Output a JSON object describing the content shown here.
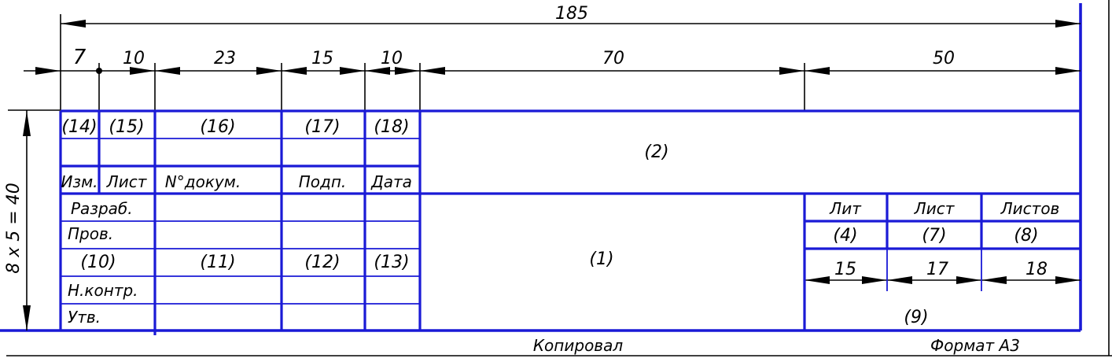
{
  "dimensions": {
    "total": "185",
    "columns": [
      "7",
      "10",
      "23",
      "15",
      "10",
      "70",
      "50"
    ],
    "right_columns": [
      "15",
      "17",
      "18"
    ],
    "height": "8 x 5 = 40"
  },
  "header_row": {
    "refs": [
      "(14)",
      "(15)",
      "(16)",
      "(17)",
      "(18)"
    ],
    "labels": [
      "Изм.",
      "Лист",
      "N°докум.",
      "Подп.",
      "Дата"
    ]
  },
  "left_rows": {
    "razrab": "Разраб.",
    "prov": "Пров.",
    "refs": [
      "(10)",
      "(11)",
      "(12)",
      "(13)"
    ],
    "nkontr": "Н.контр.",
    "utv": "Утв."
  },
  "fields": {
    "designation": "(2)",
    "name": "(1)",
    "organization": "(9)"
  },
  "right_block": {
    "headers": [
      "Лит",
      "Лист",
      "Листов"
    ],
    "refs": [
      "(4)",
      "(7)",
      "(8)"
    ]
  },
  "footer": {
    "copied": "Копировал",
    "format": "Формат А3"
  }
}
